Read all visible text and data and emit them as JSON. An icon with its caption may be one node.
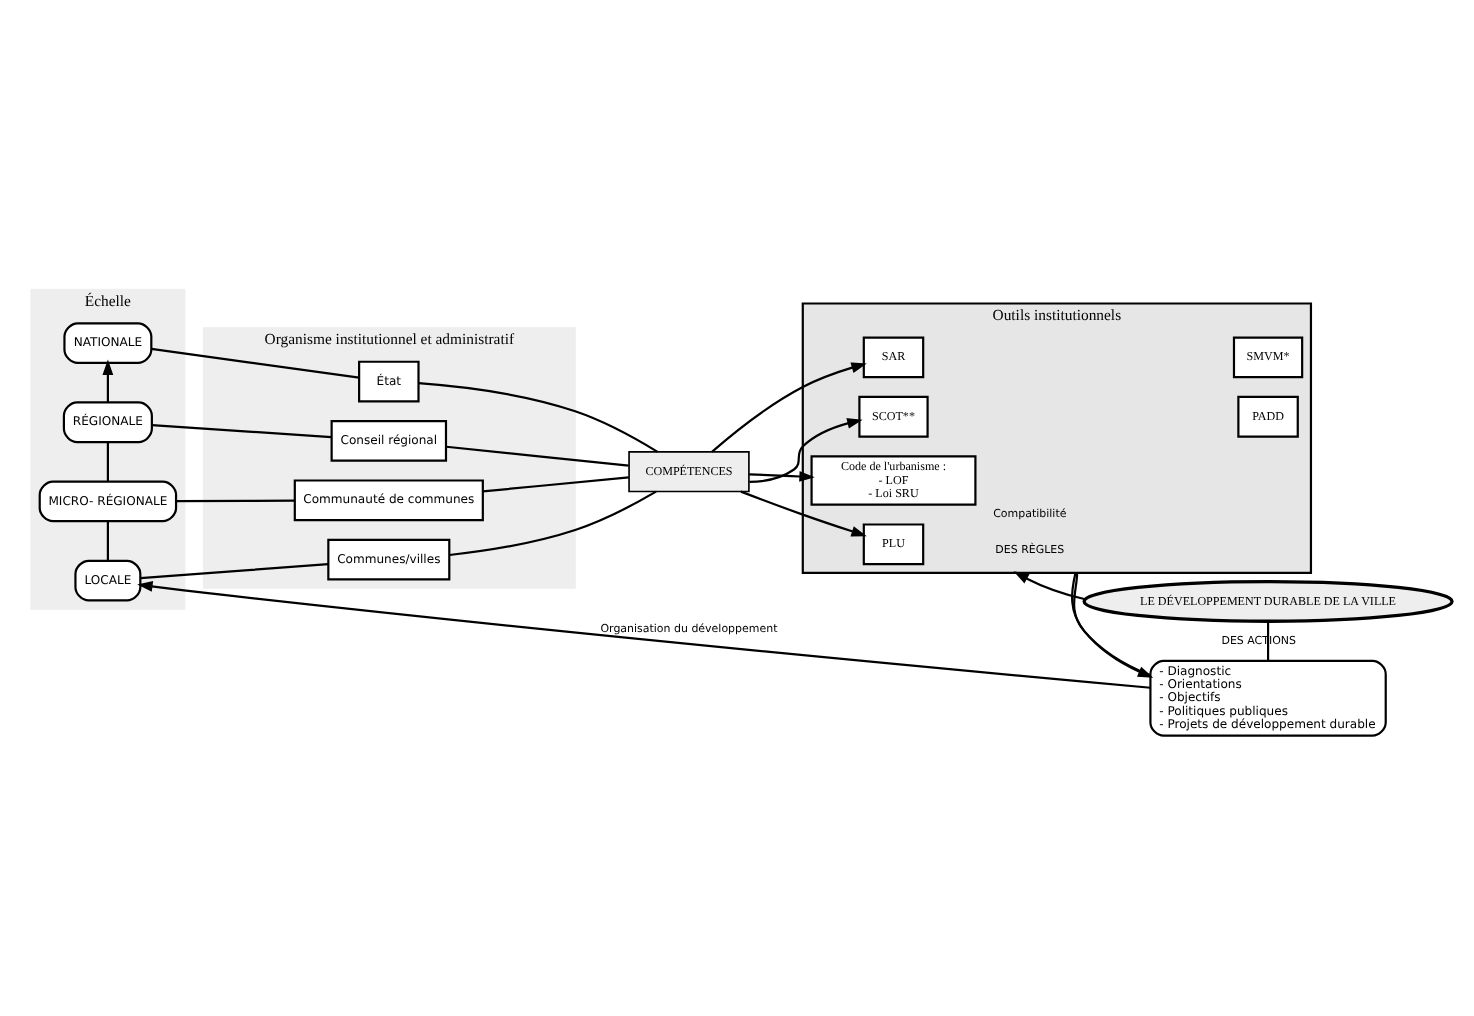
{
  "diagram": {
    "nodes": [
      {
        "text": [
          "Échelle"
        ]
      },
      {
        "text": [
          "NATIONALE"
        ],
        "in": 0
      },
      {
        "text": [
          "RÉGIONALE"
        ],
        "in": 0
      },
      {
        "text": [
          "MICRO- RÉGIONALE"
        ],
        "in": 0
      },
      {
        "text": [
          "LOCALE"
        ],
        "in": 0
      },
      {
        "text": [
          "Organisme institutionnel et administratif"
        ]
      },
      {
        "text": [
          "État"
        ],
        "in": 5
      },
      {
        "text": [
          "Conseil régional"
        ],
        "in": 5
      },
      {
        "text": [
          "Communauté de communes"
        ],
        "in": 5
      },
      {
        "text": [
          "Communes/villes"
        ],
        "in": 5
      },
      {
        "text": [
          "COMPÉTENCES"
        ]
      },
      {
        "text": [
          "Outils institutionnels"
        ]
      },
      {
        "text": [
          "Code de l'urbanisme :",
          "- LOF",
          "- Loi SRU"
        ],
        "in": 11
      },
      {
        "text": [
          "SAR"
        ],
        "in": 11
      },
      {
        "text": [
          "SMVM*"
        ],
        "in": 11
      },
      {
        "text": [
          "SCOT**"
        ],
        "in": 11
      },
      {
        "text": [
          "PADD"
        ],
        "in": 11
      },
      {
        "text": [
          "PLU"
        ],
        "in": 11
      },
      {
        "text": [
          "LE DÉVELOPPEMENT DURABLE DE LA VILLE"
        ]
      },
      {
        "text": [
          "- Diagnostic",
          "- Orientations",
          "- Objectifs",
          "- Politiques publiques",
          "- Projets de développement durable"
        ]
      }
    ],
    "edges": [
      {
        "from": 2,
        "to": 1,
        "arrow": "to"
      },
      {
        "from": 3,
        "to": 2,
        "arrow": "none"
      },
      {
        "from": 4,
        "to": 3,
        "arrow": "none"
      },
      {
        "from": 1,
        "to": 6,
        "arrow": "none"
      },
      {
        "from": 2,
        "to": 7,
        "arrow": "none"
      },
      {
        "from": 3,
        "to": 8,
        "arrow": "none"
      },
      {
        "from": 4,
        "to": 9,
        "arrow": "none"
      },
      {
        "from": 6,
        "to": 10,
        "arrow": "none"
      },
      {
        "from": 7,
        "to": 10,
        "arrow": "none"
      },
      {
        "from": 8,
        "to": 10,
        "arrow": "none"
      },
      {
        "from": 9,
        "to": 10,
        "arrow": "none"
      },
      {
        "from": 10,
        "to": 12,
        "arrow": "to"
      },
      {
        "from": 10,
        "to": 13,
        "arrow": "to"
      },
      {
        "from": 10,
        "to": 15,
        "arrow": "to"
      },
      {
        "from": 10,
        "to": 17,
        "arrow": "to"
      },
      {
        "from": 18,
        "to": 11,
        "arrow": "to",
        "label": "DES RÈGLES"
      },
      {
        "from": 18,
        "to": 19,
        "arrow": "none",
        "label": "DES ACTIONS"
      },
      {
        "from": 11,
        "to": 19,
        "arrow": "to"
      },
      {
        "from": 11,
        "to": 19,
        "arrow": "none",
        "label": "Compatibilité"
      },
      {
        "from": 19,
        "to": 4,
        "arrow": "to",
        "label": "Organisation du développement"
      }
    ]
  }
}
